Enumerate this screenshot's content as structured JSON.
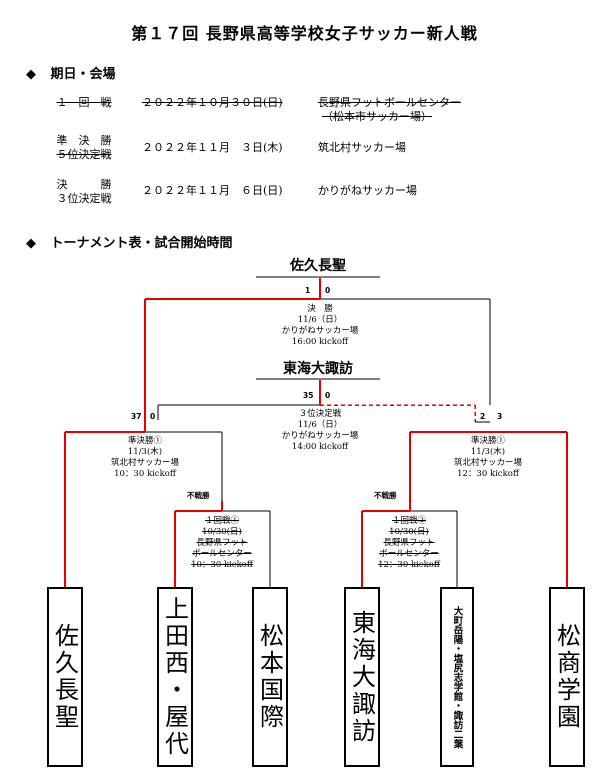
{
  "title": "第１７回 長野県高等学校女子サッカー新人戦",
  "section1": {
    "bullet": "◆",
    "heading": "期日・会場"
  },
  "schedule": [
    {
      "round1": "１　回　戦",
      "round2": "",
      "date": "２０２２年１０月３０日(日)",
      "venue1": "長野県フットボールセンター",
      "venue2": "（松本市サッカー場）"
    },
    {
      "round1": "準　決　勝",
      "round2": "５位決定戦",
      "date": "２０２２年１１月　３日(木)",
      "venue1": "筑北村サッカー場",
      "venue2": ""
    },
    {
      "round1": "決　　　勝",
      "round2": "３位決定戦",
      "date": "２０２２年１１月　６日(日)",
      "venue1": "かりがねサッカー場",
      "venue2": ""
    }
  ],
  "section2": {
    "bullet": "◆",
    "heading": "トーナメント表・試合開始時間"
  },
  "bracket": {
    "champion": "佐久長聖",
    "final_score_left": "1",
    "final_score_right": "0",
    "final_info": [
      "決　勝",
      "11/6（日）",
      "かりがねサッカー場",
      "16:00 kickoff"
    ],
    "third_winner": "東海大諏訪",
    "third_score_left": "35",
    "third_score_right": "0",
    "third_info": [
      "３位決定戦",
      "11/6（日）",
      "かりがねサッカー場",
      "14:00 kickoff"
    ],
    "sf1_score_left": "37",
    "sf1_score_right": "0",
    "sf1_info": [
      "準決勝①",
      "11/3(木)",
      "筑北村サッカー場",
      "10：30 kickoff"
    ],
    "sf2_score_left": "2",
    "sf2_score_right": "3",
    "sf2_info": [
      "準決勝①",
      "11/3(木)",
      "筑北村サッカー場",
      "12：30 kickoff"
    ],
    "forfeit_label_left": "不戦勝",
    "forfeit_label_right": "不戦勝",
    "r1a_info": [
      "１回戦①",
      "10/30(日)",
      "長野県フット",
      "ボールセンター",
      "10：30 kickoff"
    ],
    "r1b_info": [
      "１回戦②",
      "10/30(日)",
      "長野県フット",
      "ボールセンター",
      "12：30 kickoff"
    ]
  },
  "teams": [
    "佐久長聖",
    "上田西・屋代",
    "松本国際",
    "東海大諏訪",
    "大町岳陽・塩尻志学館・諏訪二葉",
    "松商学園"
  ],
  "colors": {
    "winner_line": "#e60000",
    "line": "#000000"
  }
}
